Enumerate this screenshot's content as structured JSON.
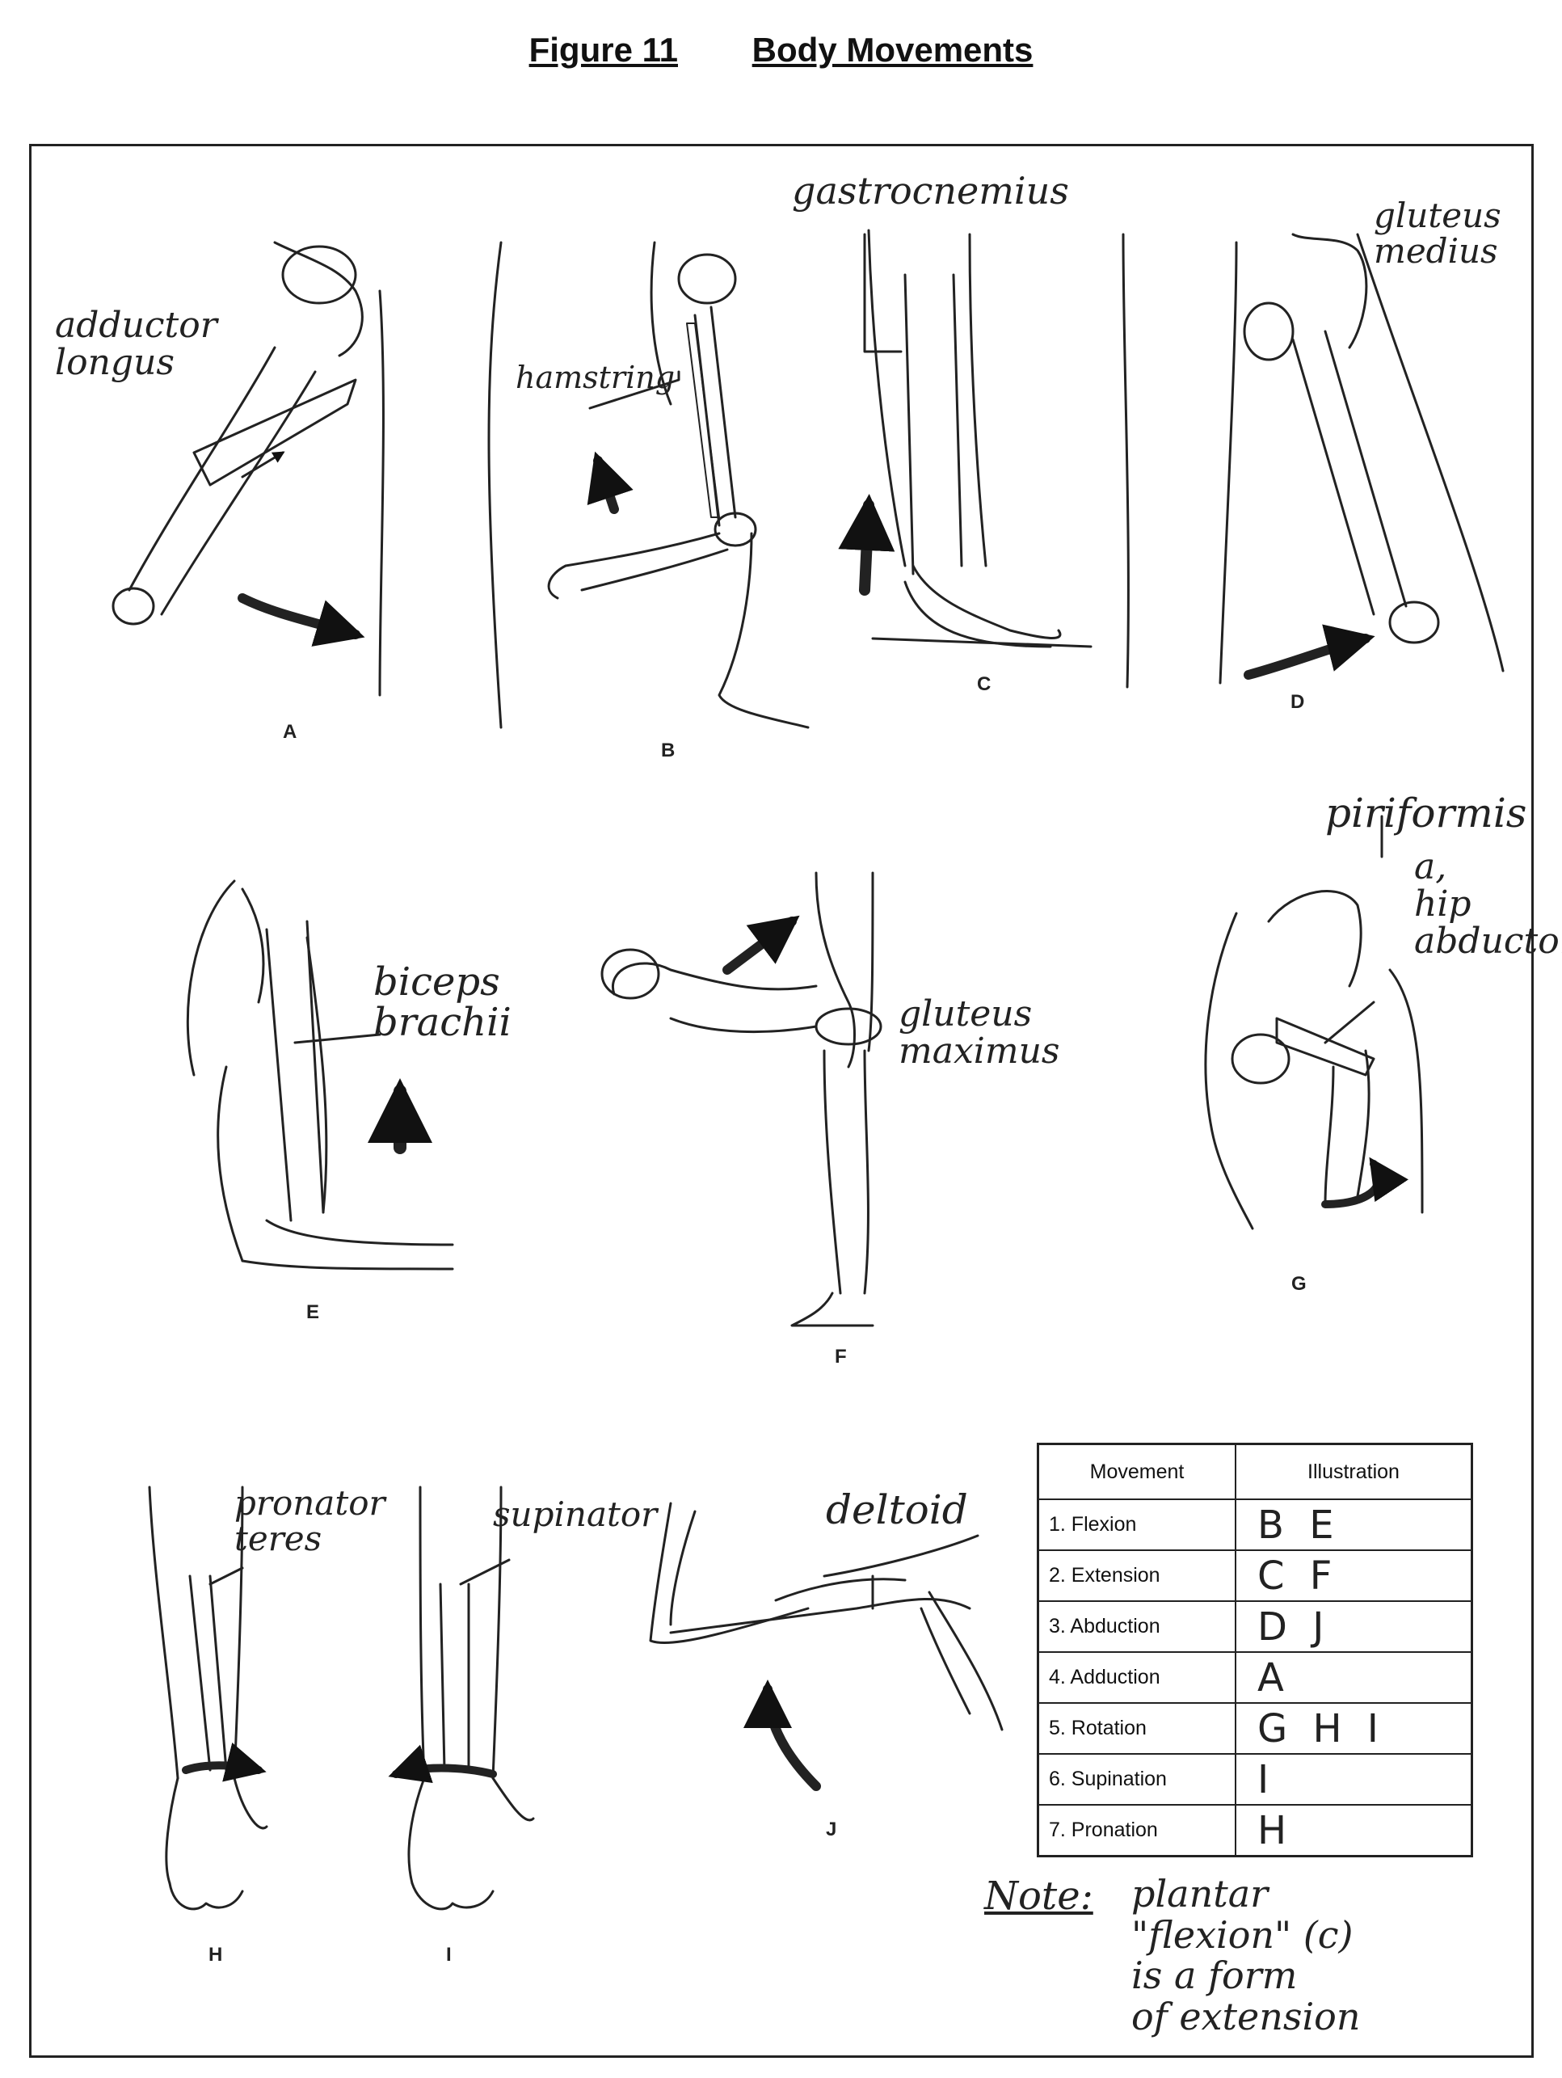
{
  "title": {
    "figure": "Figure 11",
    "heading": "Body Movements"
  },
  "panels": {
    "A": {
      "label": "A",
      "annotation": "adductor\nlongus"
    },
    "B": {
      "label": "B",
      "annotation": "hamstring"
    },
    "C": {
      "label": "C",
      "annotation": "gastrocnemius"
    },
    "D": {
      "label": "D",
      "annotation": "gluteus\nmedius"
    },
    "E": {
      "label": "E",
      "annotation": "biceps\nbrachii"
    },
    "F": {
      "label": "F",
      "annotation": "gluteus\nmaximus"
    },
    "G": {
      "label": "G",
      "annotation_top": "piriformis",
      "annotation": "a,\nhip\nabductor"
    },
    "H": {
      "label": "H",
      "annotation": "pronator\nteres"
    },
    "I": {
      "label": "I",
      "annotation": "supinator"
    },
    "J": {
      "label": "J",
      "annotation": "deltoid"
    }
  },
  "table": {
    "headers": [
      "Movement",
      "Illustration"
    ],
    "rows": [
      {
        "movement": "1. Flexion",
        "illustration": "B E"
      },
      {
        "movement": "2. Extension",
        "illustration": "C F"
      },
      {
        "movement": "3. Abduction",
        "illustration": "D J"
      },
      {
        "movement": "4. Adduction",
        "illustration": "A"
      },
      {
        "movement": "5. Rotation",
        "illustration": "G H I"
      },
      {
        "movement": "6. Supination",
        "illustration": "I"
      },
      {
        "movement": "7. Pronation",
        "illustration": "H"
      }
    ]
  },
  "note": {
    "label": "Note:",
    "text": "plantar\n\"flexion\" (c)\nis a form\nof extension"
  }
}
